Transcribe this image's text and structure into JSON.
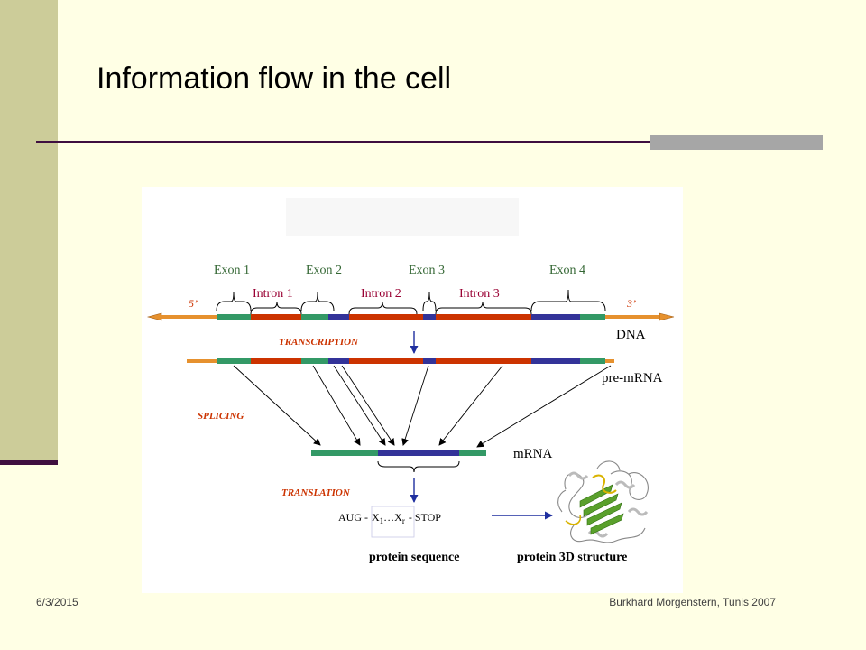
{
  "slide": {
    "title": "Information flow in the cell",
    "date": "6/3/2015",
    "author": "Burkhard Morgenstern, Tunis 2007"
  },
  "diagram": {
    "exons": [
      "Exon 1",
      "Exon 2",
      "Exon 3",
      "Exon 4"
    ],
    "introns": [
      "Intron 1",
      "Intron 2",
      "Intron 3"
    ],
    "end5": "5’",
    "end3": "3’",
    "dna": "DNA",
    "pre_mrna": "pre-mRNA",
    "mrna": "mRNA",
    "transcription": "TRANSCRIPTION",
    "splicing": "SPLICING",
    "translation": "TRANSLATION",
    "aug": "AUG -",
    "x1_base": "X",
    "x1_sub": "1",
    "dots": "…",
    "xr_base": "X",
    "xr_sub": "r",
    "stop": "- STOP",
    "protein_sequence": "protein sequence",
    "protein_structure": "protein 3D structure"
  },
  "colors": {
    "background": "#ffffe5",
    "sidebar": "#cccc99",
    "accent_line": "#3f0f3f",
    "exon_green": "#339966",
    "exon_blue": "#333399",
    "intron_red": "#cc3300",
    "utr_orange": "#e6912e",
    "exon_label": "#336633",
    "intron_label": "#990033",
    "step_label": "#cc3300"
  }
}
